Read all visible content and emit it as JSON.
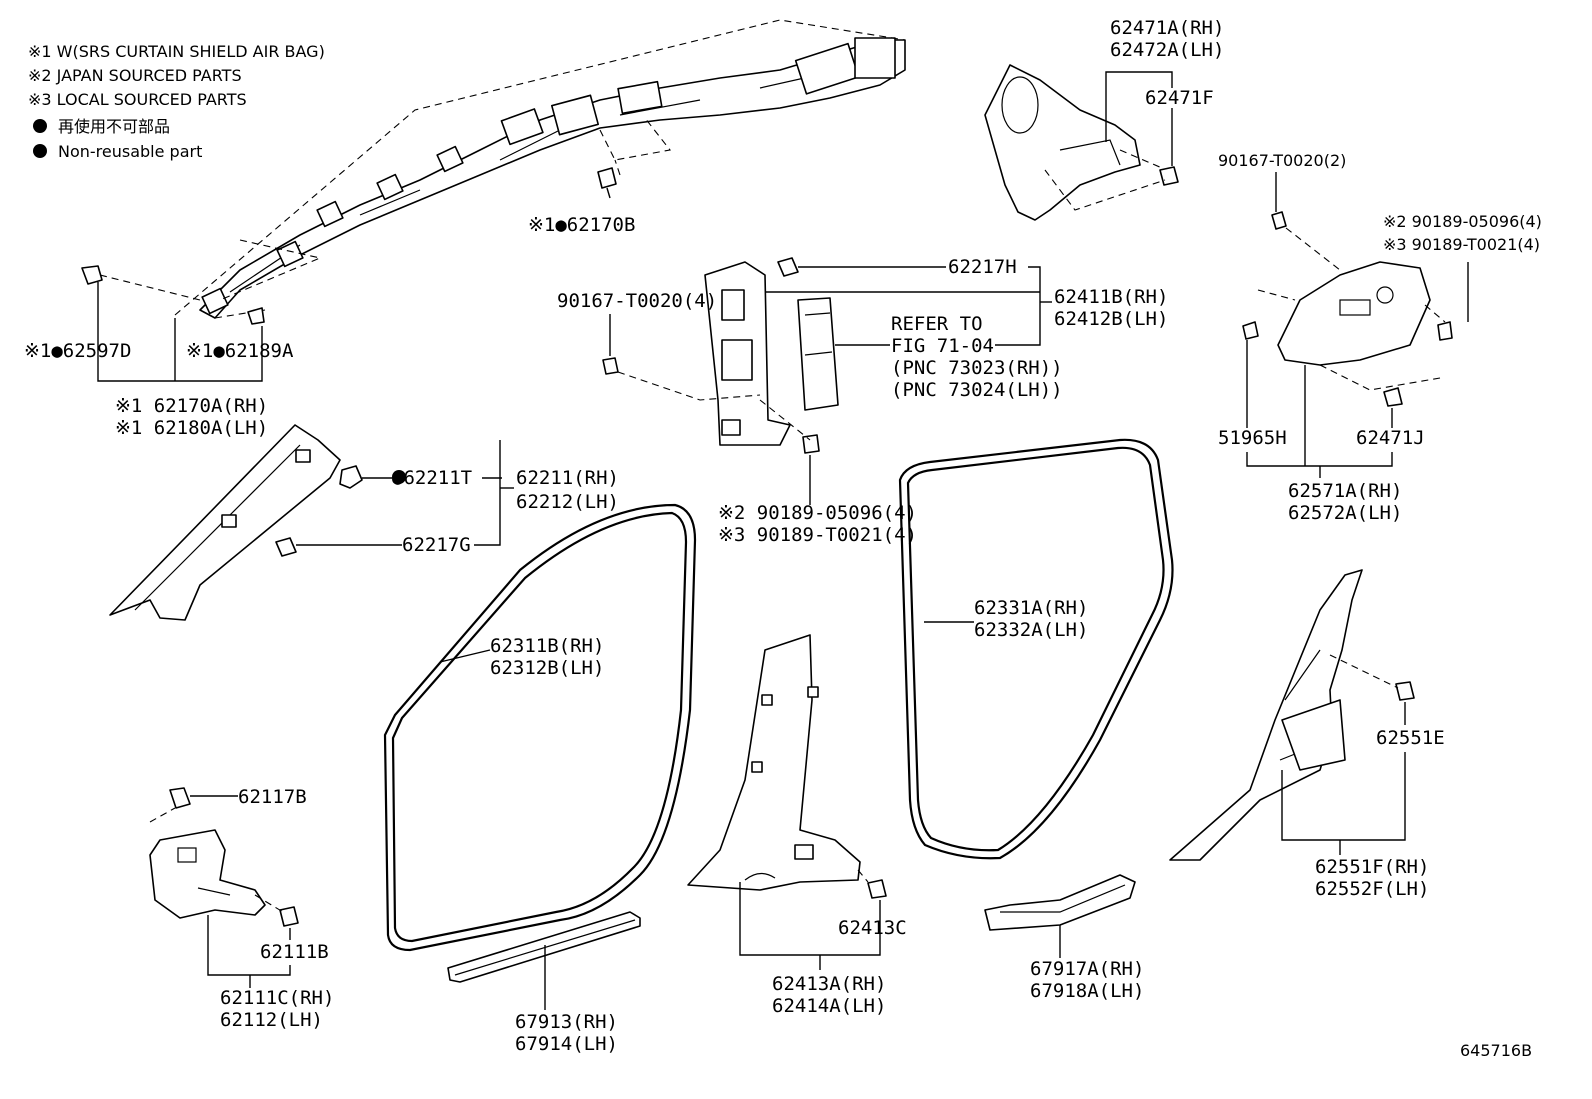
{
  "legend": {
    "line1": "※1 W(SRS CURTAIN SHIELD AIR BAG)",
    "line2": "※2 JAPAN SOURCED PARTS",
    "line3": "※3 LOCAL SOURCED PARTS",
    "line4": "再使用不可部品",
    "line5": "Non-reusable part"
  },
  "labels": {
    "p62170B": "※1●62170B",
    "p62597D": "※1●62597D",
    "p62189A": "※1●62189A",
    "p62170A": "※1 62170A(RH)",
    "p62180A": "※1 62180A(LH)",
    "p62211T": "●62211T",
    "p62211": "62211(RH)",
    "p62212": "62212(LH)",
    "p62217G": "62217G",
    "p62217H": "62217H",
    "p62411B": "62411B(RH)",
    "p62412B": "62412B(LH)",
    "refer1": "REFER TO",
    "refer2": "FIG 71-04",
    "refer3": "(PNC 73023(RH))",
    "refer4": "(PNC 73024(LH))",
    "p90167a": "90167-T0020(4)",
    "p90189a": "※2 90189-05096(4)",
    "p90189b": "※3 90189-T0021(4)",
    "p62471A": "62471A(RH)",
    "p62472A": "62472A(LH)",
    "p62471F": "62471F",
    "p90167b": "90167-T0020(2)",
    "p90189c": "※2 90189-05096(4)",
    "p90189d": "※3 90189-T0021(4)",
    "p51965H": "51965H",
    "p62471J": "62471J",
    "p62571A": "62571A(RH)",
    "p62572A": "62572A(LH)",
    "p62331A": "62331A(RH)",
    "p62332A": "62332A(LH)",
    "p62311B": "62311B(RH)",
    "p62312B": "62312B(LH)",
    "p62551E": "62551E",
    "p62551F": "62551F(RH)",
    "p62552F": "62552F(LH)",
    "p62117B": "62117B",
    "p62111B": "62111B",
    "p62111C": "62111C(RH)",
    "p62112": "62112(LH)",
    "p62413C": "62413C",
    "p62413A": "62413A(RH)",
    "p62414A": "62414A(LH)",
    "p67913": "67913(RH)",
    "p67914": "67914(LH)",
    "p67917A": "67917A(RH)",
    "p67918A": "67918A(LH)",
    "diagram_id": "645716B"
  }
}
